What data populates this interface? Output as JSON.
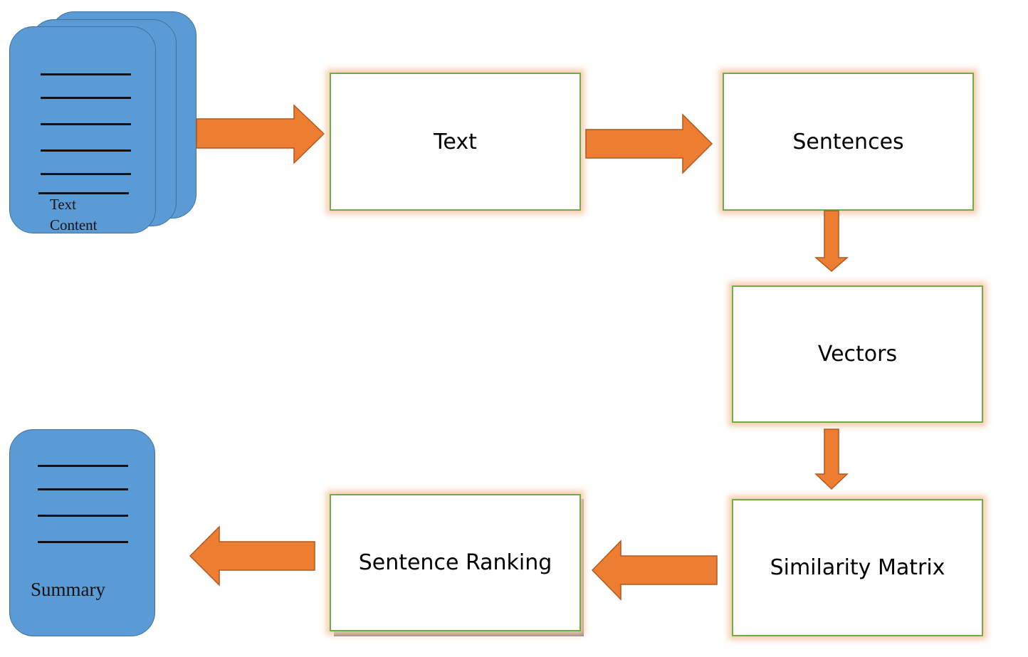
{
  "diagram": {
    "input_document": {
      "label_line1": "Text",
      "label_line2": "Content"
    },
    "output_document": {
      "label": "Summary"
    },
    "steps": {
      "text": "Text",
      "sentences": "Sentences",
      "vectors": "Vectors",
      "similarity_matrix": "Similarity Matrix",
      "sentence_ranking": "Sentence Ranking"
    },
    "colors": {
      "document_fill": "#5B9BD5",
      "document_border": "#41719C",
      "arrow_fill": "#ED7D31",
      "box_border": "#70AD47",
      "box_glow": "#F8CBAD"
    }
  }
}
